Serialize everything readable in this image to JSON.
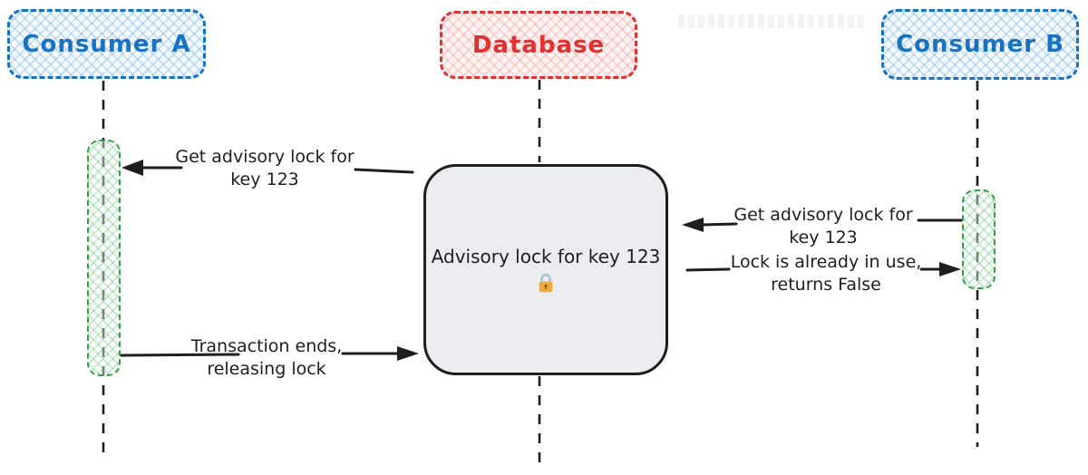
{
  "actors": [
    {
      "label": "Consumer A"
    },
    {
      "label": "Database"
    },
    {
      "label": "Consumer B"
    }
  ],
  "advisory_box": {
    "label": "Advisory lock for key 123",
    "icon": "lock-icon"
  },
  "messages": [
    {
      "line1": "Get advisory lock for",
      "line2": "key 123",
      "from": "Database",
      "to": "Consumer A",
      "direction": "left"
    },
    {
      "line1": "Transaction ends,",
      "line2": "releasing lock",
      "from": "Consumer A",
      "to": "Database",
      "direction": "right"
    },
    {
      "line1": "Get advisory lock for",
      "line2": "key 123",
      "from": "Consumer B",
      "to": "Database",
      "direction": "left"
    },
    {
      "line1": "Lock is already in use,",
      "line2": "returns False",
      "from": "Database",
      "to": "Consumer B",
      "direction": "right"
    }
  ],
  "colors": {
    "actor_blue": "#1971c2",
    "actor_red": "#e03131",
    "activation_green": "#2f9e44",
    "stroke": "#1e1e1e",
    "advisory_box_fill": "#ebedf0",
    "lock_body": "#f2a93b",
    "lock_shackle": "#a5c8cf"
  }
}
